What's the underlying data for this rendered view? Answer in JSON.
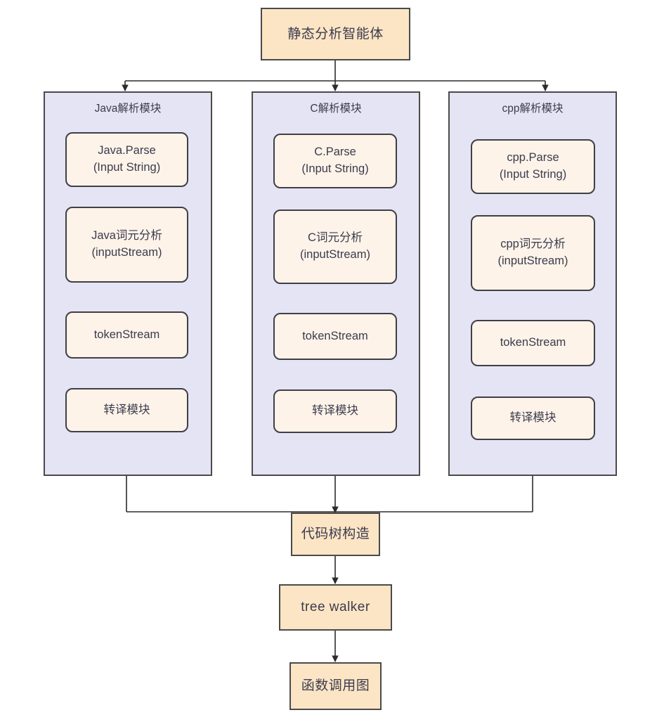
{
  "diagram": {
    "title": "静态分析智能体",
    "type": "flowchart",
    "colors": {
      "process_fill": "#fce5c4",
      "inner_fill": "#fdf3e8",
      "group_fill": "#e5e4f4",
      "stroke": "#4a4a4a",
      "text": "#3b3b4f",
      "canvas": "#ffffff"
    }
  },
  "root": {
    "label": "静态分析智能体"
  },
  "modules": [
    {
      "id": "java-module",
      "title": "Java解析模块",
      "steps": [
        {
          "id": "java-parse",
          "line1": "Java.Parse",
          "line2": "(Input String)"
        },
        {
          "id": "java-lexer",
          "line1": "Java词元分析",
          "line2": "(inputStream)"
        },
        {
          "id": "java-tokens",
          "line1": "tokenStream",
          "line2": ""
        },
        {
          "id": "java-translate",
          "line1": "转译模块",
          "line2": ""
        }
      ]
    },
    {
      "id": "c-module",
      "title": "C解析模块",
      "steps": [
        {
          "id": "c-parse",
          "line1": "C.Parse",
          "line2": "(Input String)"
        },
        {
          "id": "c-lexer",
          "line1": "C词元分析",
          "line2": "(inputStream)"
        },
        {
          "id": "c-tokens",
          "line1": "tokenStream",
          "line2": ""
        },
        {
          "id": "c-translate",
          "line1": "转译模块",
          "line2": ""
        }
      ]
    },
    {
      "id": "cpp-module",
      "title": "cpp解析模块",
      "steps": [
        {
          "id": "cpp-parse",
          "line1": "cpp.Parse",
          "line2": "(Input String)"
        },
        {
          "id": "cpp-lexer",
          "line1": "cpp词元分析",
          "line2": "(inputStream)"
        },
        {
          "id": "cpp-tokens",
          "line1": "tokenStream",
          "line2": ""
        },
        {
          "id": "cpp-translate",
          "line1": "转译模块",
          "line2": ""
        }
      ]
    }
  ],
  "tail": [
    {
      "id": "code-tree",
      "label": "代码树构造"
    },
    {
      "id": "tree-walker",
      "label": "tree walker"
    },
    {
      "id": "call-graph",
      "label": "函数调用图"
    }
  ]
}
